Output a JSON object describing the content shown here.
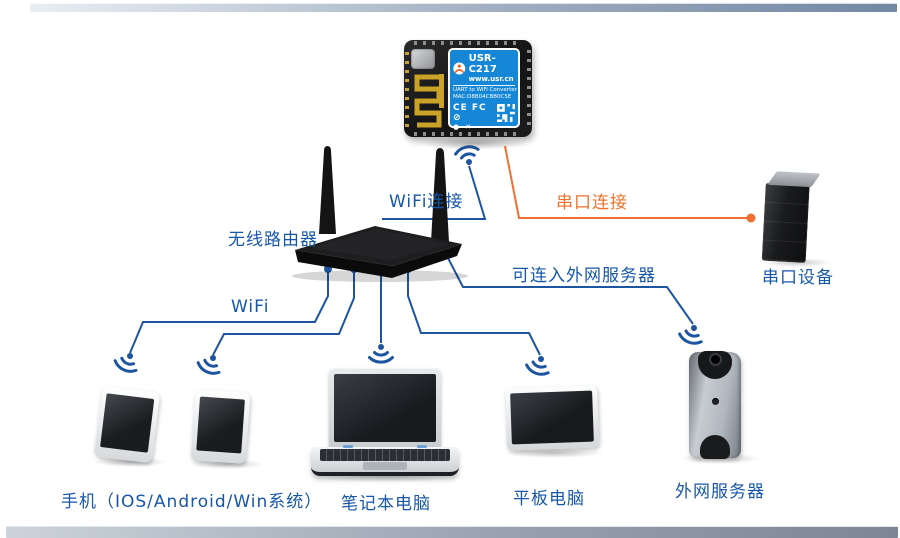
{
  "page": {
    "accent_blue": "#1757a9",
    "accent_orange": "#f0722b",
    "line_blue": "#1d55a0",
    "background": "#ffffff"
  },
  "module": {
    "name": "USR-C217",
    "website": "www.usr.cn",
    "description": "UART to WiFi Converter",
    "mac": "MAC:D8B04CBB0C5E",
    "cert_marks": "CE FC ⊘",
    "cert_marks2": "● ✕",
    "label_color": "#1687d6"
  },
  "labels": {
    "router": "无线路由器",
    "wifi_connection": "WiFi连接",
    "serial_connection": "串口连接",
    "external_server_link": "可连入外网服务器",
    "wifi": "WiFi",
    "serial_device": "串口设备",
    "phones": "手机（IOS/Android/Win系统）",
    "laptop": "笔记本电脑",
    "tablet": "平板电脑",
    "external_server": "外网服务器"
  }
}
